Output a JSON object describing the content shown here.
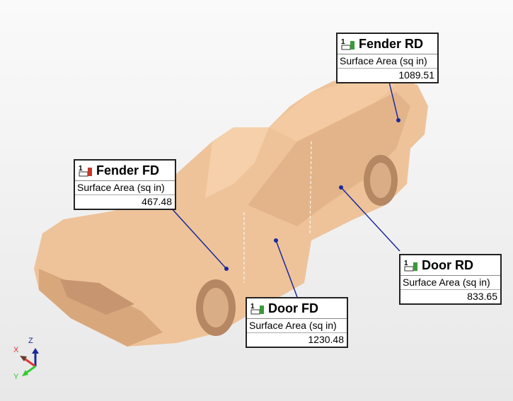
{
  "labels": [
    {
      "id": "fender-rd",
      "title": "Fender RD",
      "measure": "Surface Area (sq in)",
      "value": "1089.51"
    },
    {
      "id": "fender-fd",
      "title": "Fender FD",
      "measure": "Surface Area (sq in)",
      "value": "467.48"
    },
    {
      "id": "door-rd",
      "title": "Door RD",
      "measure": "Surface Area (sq in)",
      "value": "833.65"
    },
    {
      "id": "door-fd",
      "title": "Door FD",
      "measure": "Surface Area (sq in)",
      "value": "1230.48"
    }
  ],
  "triad": {
    "x": "X",
    "y": "Y",
    "z": "Z"
  },
  "colors": {
    "model": "#eec39a",
    "marker": "#1a2a9a"
  }
}
